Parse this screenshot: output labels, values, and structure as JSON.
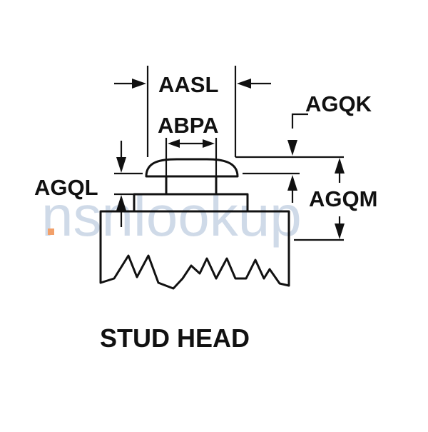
{
  "diagram": {
    "title": "STUD HEAD",
    "dimensions": {
      "aasl": "AASL",
      "abpa": "ABPA",
      "agqk": "AGQK",
      "agql": "AGQL",
      "agqm": "AGQM"
    },
    "watermark": "nsnlookup",
    "colors": {
      "ink": "#111111",
      "watermark": "#a9bcd6",
      "watermark_dot": "#f2a06a"
    }
  }
}
